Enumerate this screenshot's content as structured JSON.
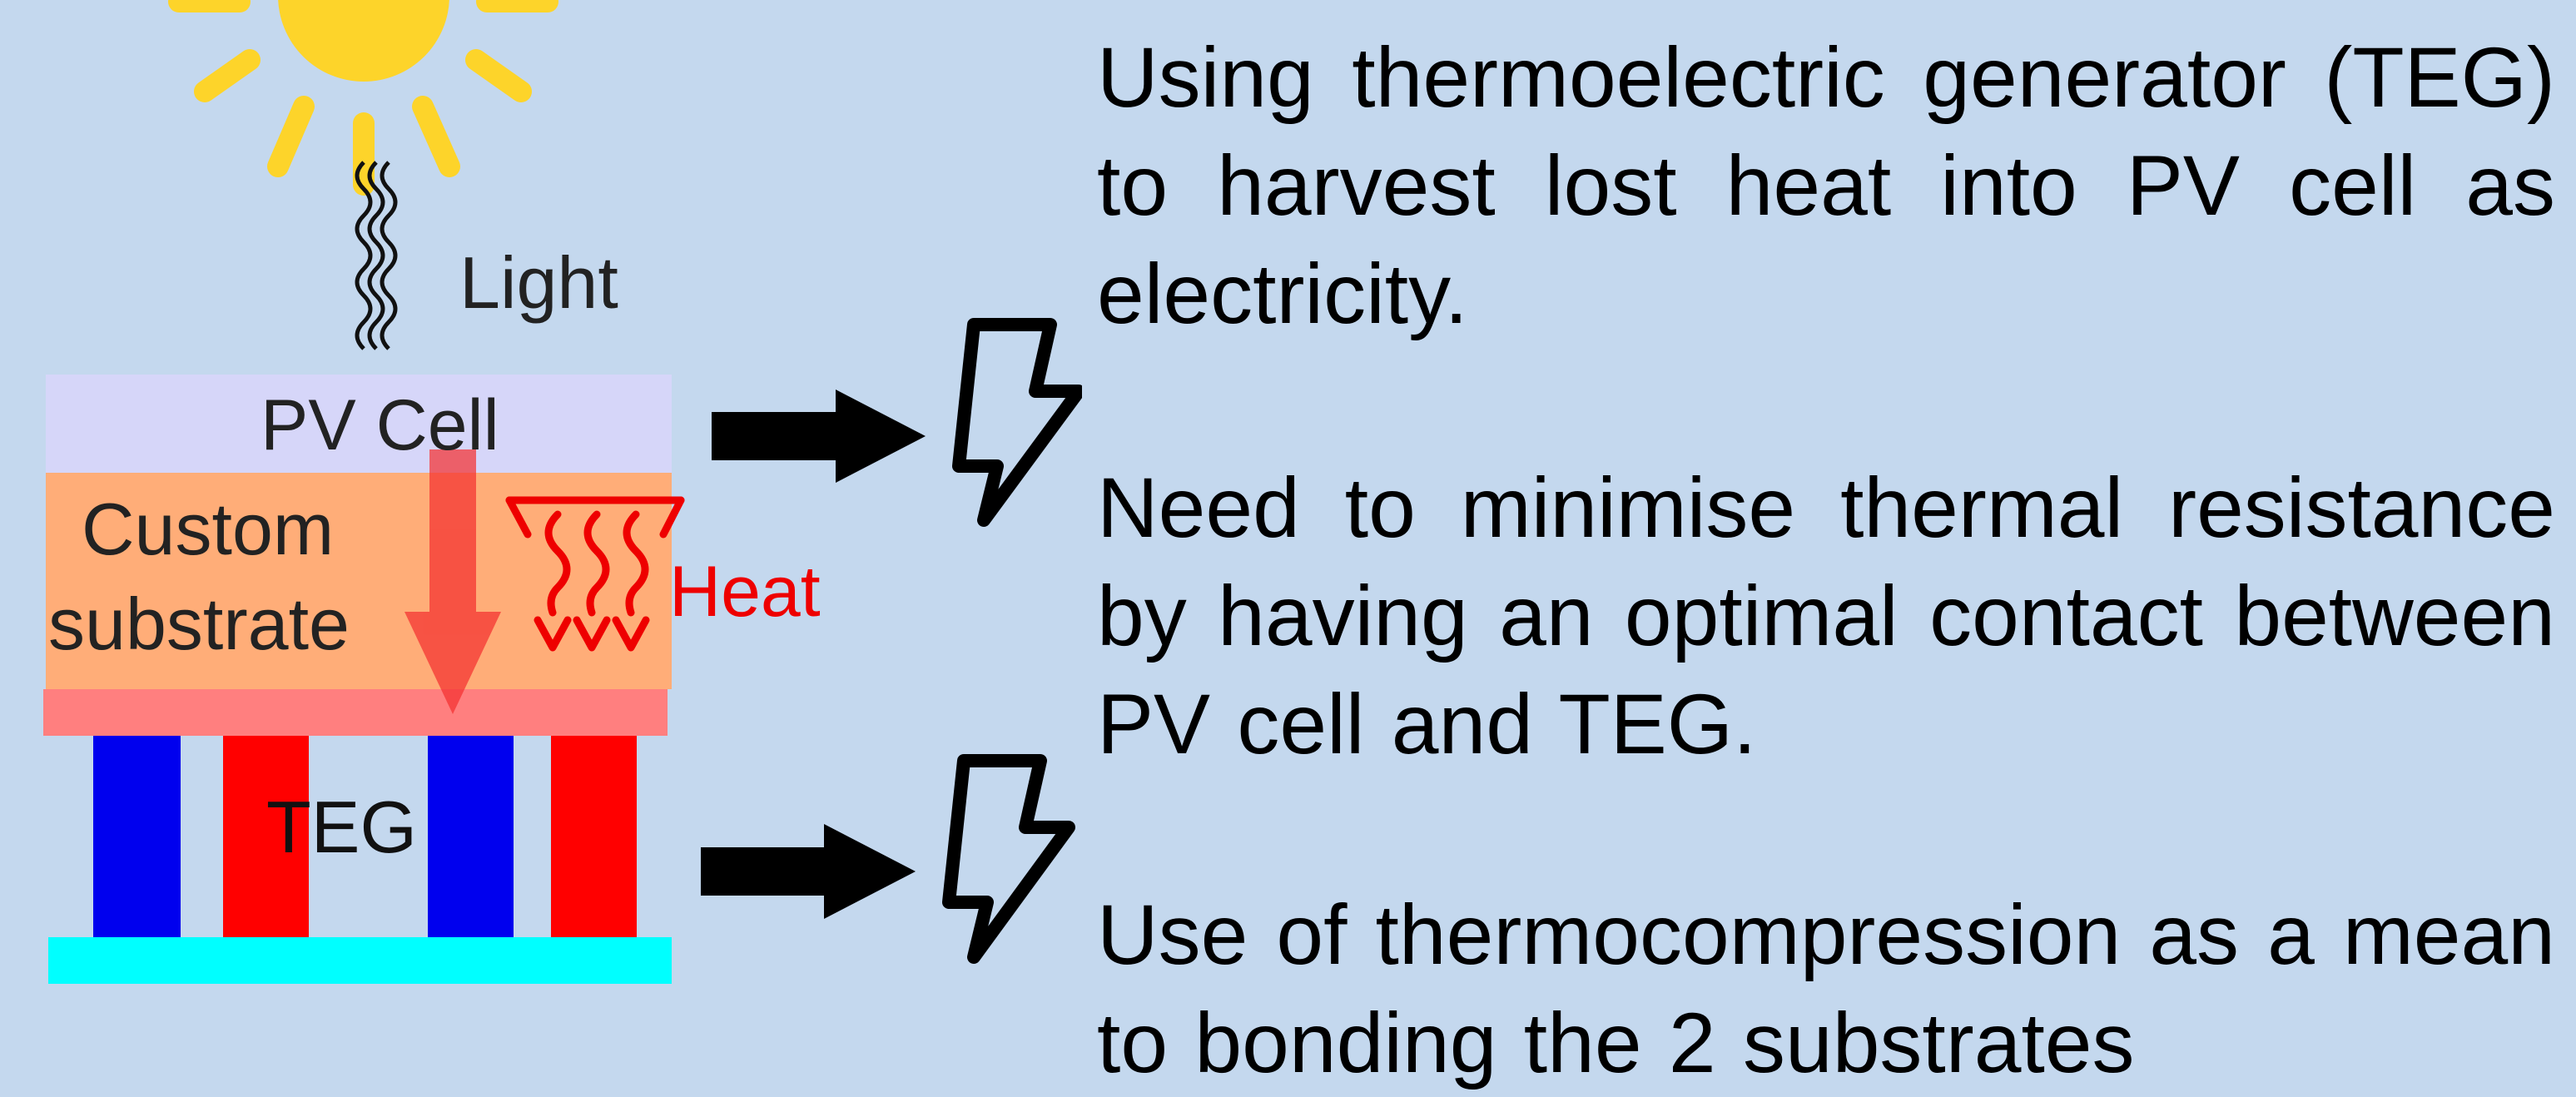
{
  "diagram": {
    "light_label": "Light",
    "pv_cell_label": "PV Cell",
    "substrate_label_line1": "Custom",
    "substrate_label_line2": "substrate",
    "heat_label": "Heat",
    "teg_label": "TEG",
    "colors": {
      "background": "#c4d8ee",
      "sun": "#fdd42a",
      "pv_cell": "#d6d6f9",
      "substrate": "#ffad78",
      "contact_layer": "#ff7f7f",
      "teg_n_leg": "#0000ee",
      "teg_p_leg": "#ff0000",
      "teg_base": "#00ffff",
      "heat": "#ee0000",
      "arrow": "#000000"
    }
  },
  "text": {
    "paragraph_1": "Using thermoelectric generator (TEG) to harvest lost heat into PV cell as electricity.",
    "paragraph_2": "Need to minimise thermal resistance by having an optimal contact between PV cell and TEG.",
    "paragraph_3": "Use of thermocompression as a mean to bonding the 2 substrates"
  }
}
